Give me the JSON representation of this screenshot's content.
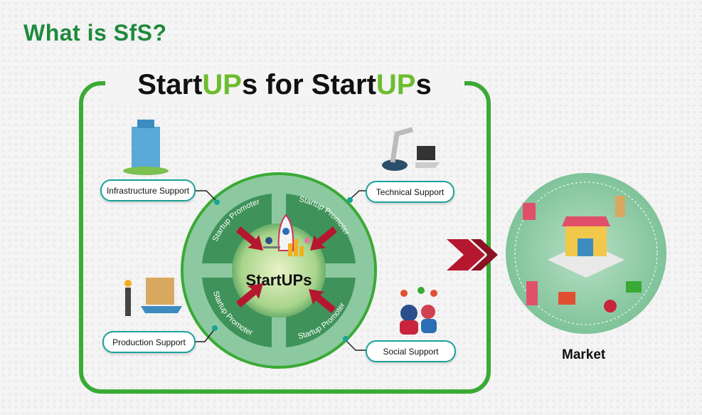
{
  "heading": "What is SfS?",
  "banner": {
    "part1": "Start",
    "up1": "UP",
    "s1": "s",
    "for": " for ",
    "part2": "Start",
    "up2": "UP",
    "s2": "s"
  },
  "center": {
    "label": "StartUPs",
    "ring_label": "Startup Promoter"
  },
  "supports": {
    "infrastructure": "Infrastructure Support",
    "technical": "Technical Support",
    "production": "Production Support",
    "social": "Social Support"
  },
  "market": "Market",
  "colors": {
    "green": "#3aaa35",
    "dark_green": "#1f8a3d",
    "ring": "#8cc9a0",
    "teal": "#1aa39a",
    "red": "#b5172f"
  }
}
